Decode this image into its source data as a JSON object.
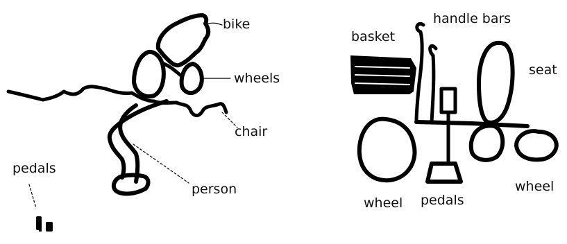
{
  "left_drawing": {
    "labels": {
      "bike": "bike",
      "wheels": "wheels",
      "chair": "chair",
      "pedals": "pedals",
      "person": "person"
    }
  },
  "right_drawing": {
    "labels": {
      "basket": "basket",
      "handle_bars": "handle bars",
      "seat": "seat",
      "wheel_left": "wheel",
      "pedals": "pedals",
      "wheel_right": "wheel"
    }
  },
  "colors": {
    "ink": "#000000",
    "text": "#111111",
    "background": "#ffffff"
  }
}
